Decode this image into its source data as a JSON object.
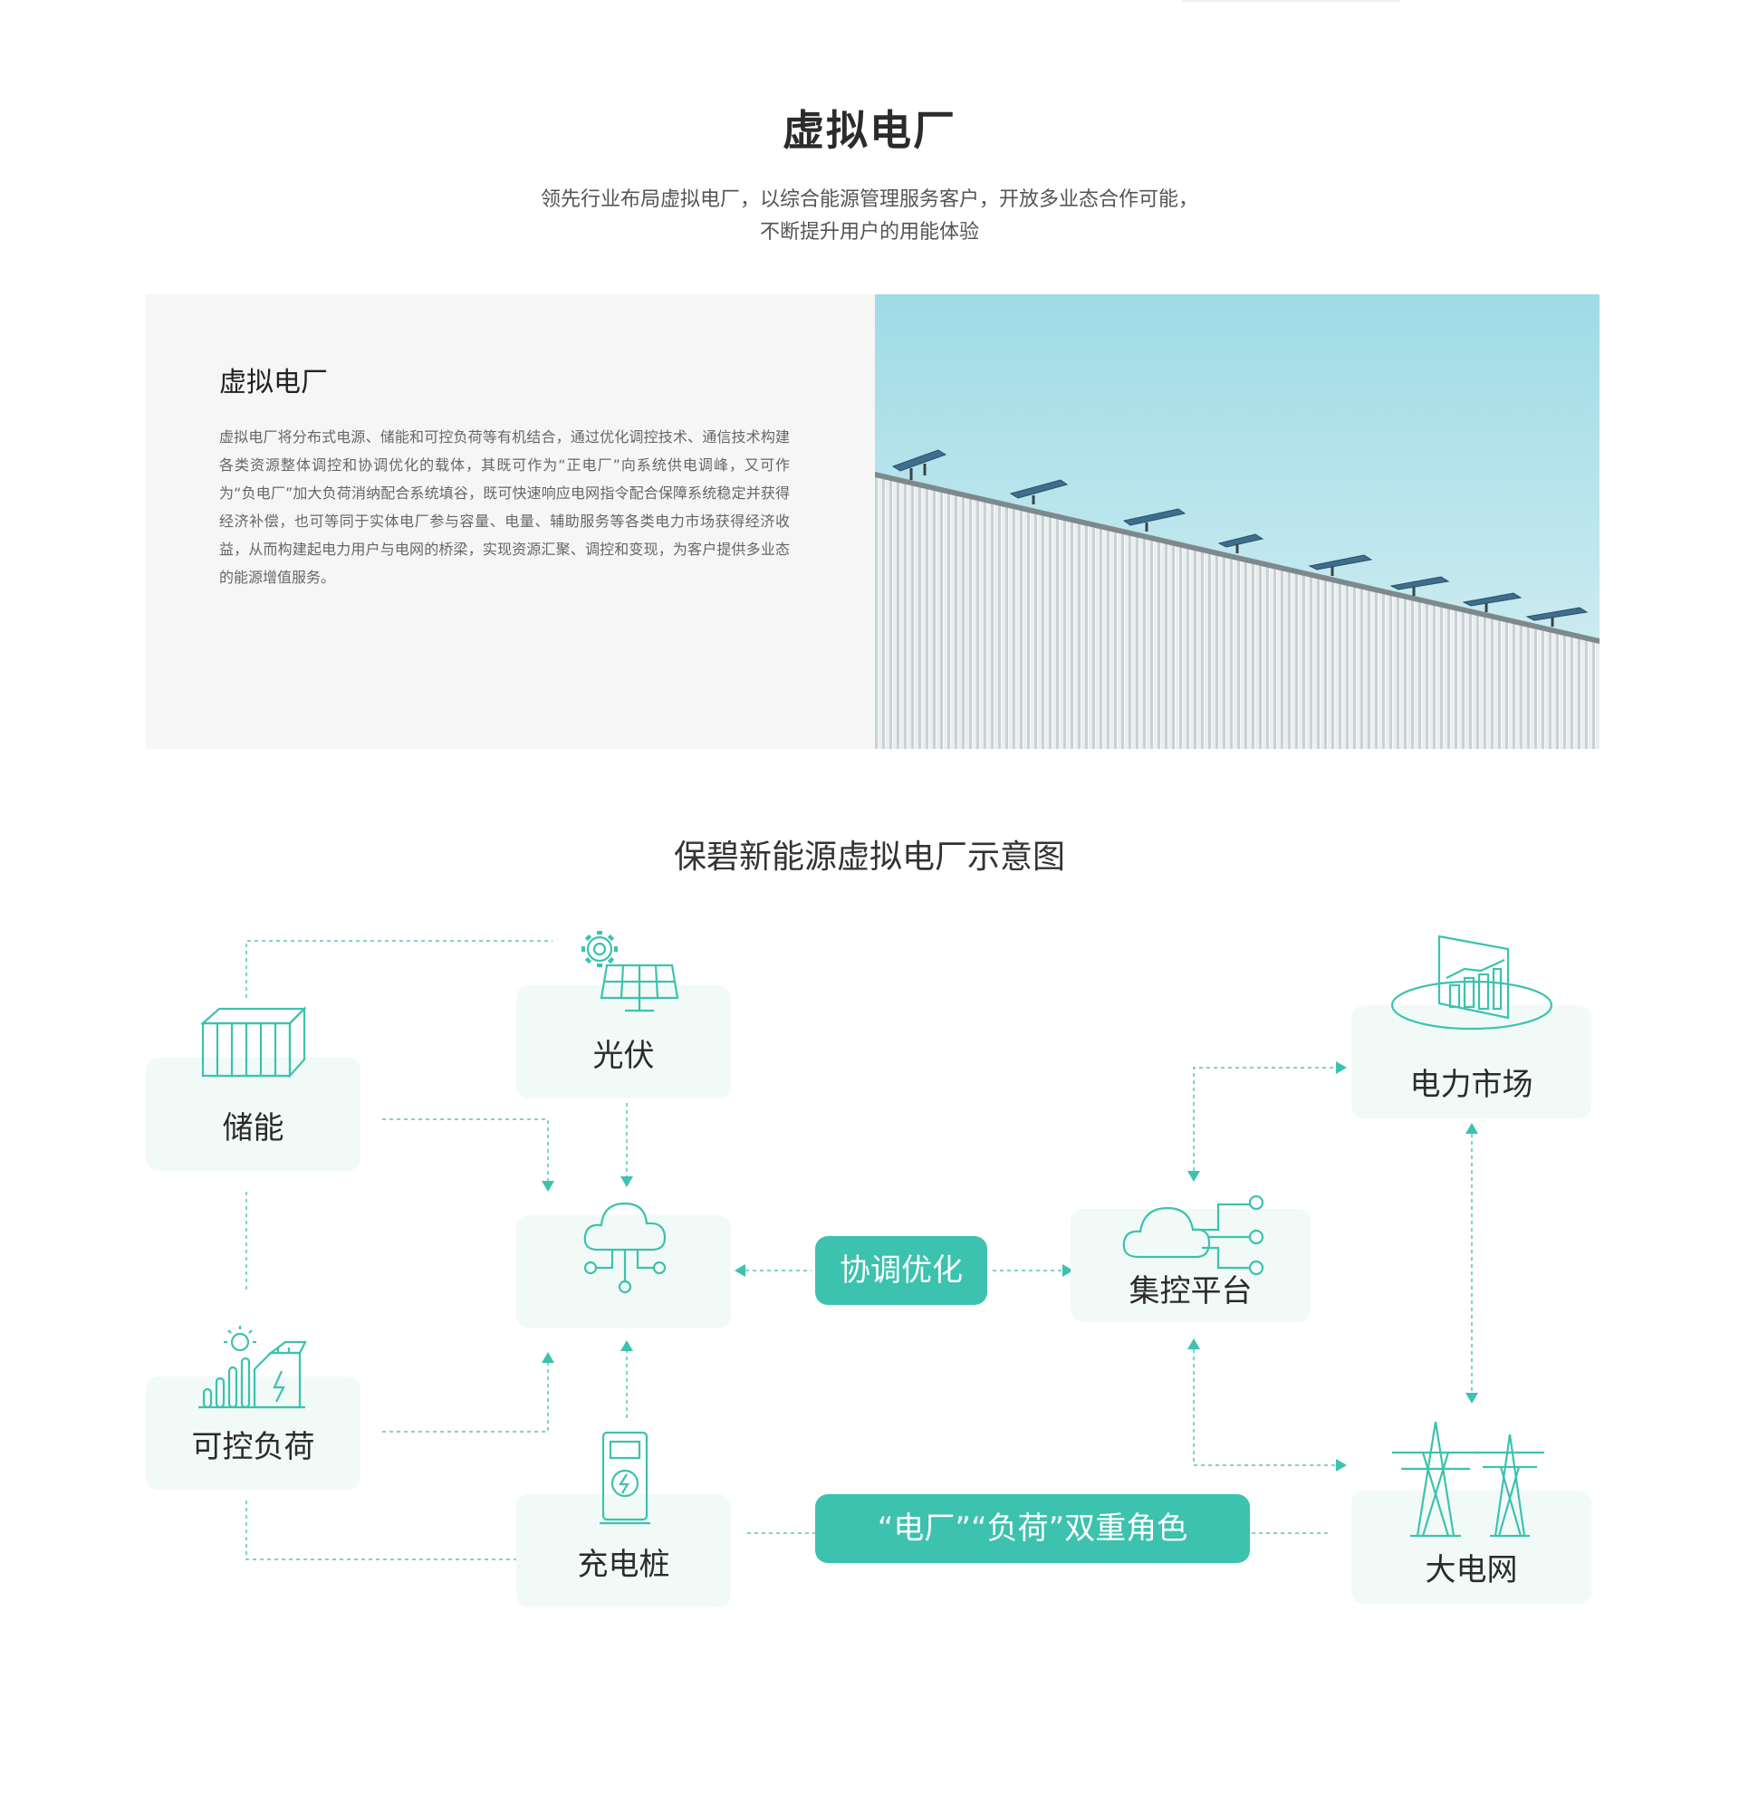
{
  "header": {
    "title": "虚拟电厂",
    "subtitle_line1": "领先行业布局虚拟电厂，以综合能源管理服务客户，开放多业态合作可能，",
    "subtitle_line2": "不断提升用户的用能体验"
  },
  "intro": {
    "title": "虚拟电厂",
    "body": "虚拟电厂将分布式电源、储能和可控负荷等有机结合，通过优化调控技术、通信技术构建各类资源整体调控和协调优化的载体，其既可作为“正电厂”向系统供电调峰，又可作为“负电厂”加大负荷消纳配合系统填谷，既可快速响应电网指令配合保障系统稳定并获得经济补偿，也可等同于实体电厂参与容量、电量、辅助服务等各类电力市场获得经济收益，从而构建起电力用户与电网的桥梁，实现资源汇聚、调控和变现，为客户提供多业态的能源增值服务。"
  },
  "diagram": {
    "title": "保碧新能源虚拟电厂示意图",
    "nodes": {
      "photovoltaic": "光伏",
      "storage": "储能",
      "controllable_load": "可控负荷",
      "charging_pile": "充电桩",
      "control_platform": "集控平台",
      "power_market": "电力市场",
      "grid": "大电网"
    },
    "pills": {
      "coordinate": "协调优化",
      "dual_role": "“电厂”“负荷”双重角色"
    },
    "icons": [
      "solar-panel-gear-icon",
      "battery-storage-icon",
      "cloud-network-icon",
      "controllable-load-icon",
      "charging-station-icon",
      "cloud-platform-icon",
      "market-chart-icon",
      "transmission-tower-icon"
    ],
    "colors": {
      "accent": "#3cc2ae",
      "node_bg": "#f2faf8",
      "line": "#52c7b5"
    }
  }
}
